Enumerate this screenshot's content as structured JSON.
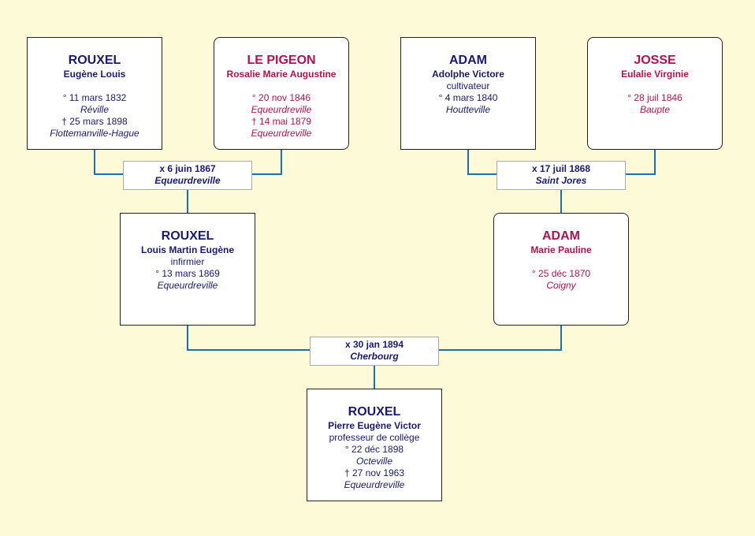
{
  "colors": {
    "background": "#fdfad7",
    "connector": "#1a6fb0",
    "male_text": "#1a1a6e",
    "female_text": "#b0124f"
  },
  "people": {
    "gf_paternal": {
      "surname": "ROUXEL",
      "given": "Eugène Louis",
      "birth": "° 11 mars 1832",
      "birth_place": "Réville",
      "death": "† 25 mars 1898",
      "death_place": "Flottemanville-Hague"
    },
    "gm_paternal": {
      "surname": "LE PIGEON",
      "given": "Rosalie Marie Augustine",
      "birth": "° 20 nov 1846",
      "birth_place": "Equeurdreville",
      "death": "† 14 mai 1879",
      "death_place": "Equeurdreville"
    },
    "gf_maternal": {
      "surname": "ADAM",
      "given": "Adolphe Victore",
      "occupation": "cultivateur",
      "birth": "° 4 mars 1840",
      "birth_place": "Houtteville"
    },
    "gm_maternal": {
      "surname": "JOSSE",
      "given": "Eulalie Virginie",
      "birth": "° 28 juil 1846",
      "birth_place": "Baupte"
    },
    "father": {
      "surname": "ROUXEL",
      "given": "Louis Martin Eugène",
      "occupation": "infirmier",
      "birth": "° 13 mars 1869",
      "birth_place": "Equeurdreville"
    },
    "mother": {
      "surname": "ADAM",
      "given": "Marie Pauline",
      "birth": "° 25 déc 1870",
      "birth_place": "Coigny"
    },
    "subject": {
      "surname": "ROUXEL",
      "given": "Pierre Eugène Victor",
      "occupation": "professeur de collège",
      "birth": "° 22 déc 1898",
      "birth_place": "Octeville",
      "death": "† 27 nov 1963",
      "death_place": "Equeurdreville"
    }
  },
  "marriages": {
    "paternal": {
      "date": "x 6 juin 1867",
      "place": "Equeurdreville"
    },
    "maternal": {
      "date": "x 17 juil 1868",
      "place": "Saint Jores"
    },
    "parents": {
      "date": "x 30 jan 1894",
      "place": "Cherbourg"
    }
  }
}
